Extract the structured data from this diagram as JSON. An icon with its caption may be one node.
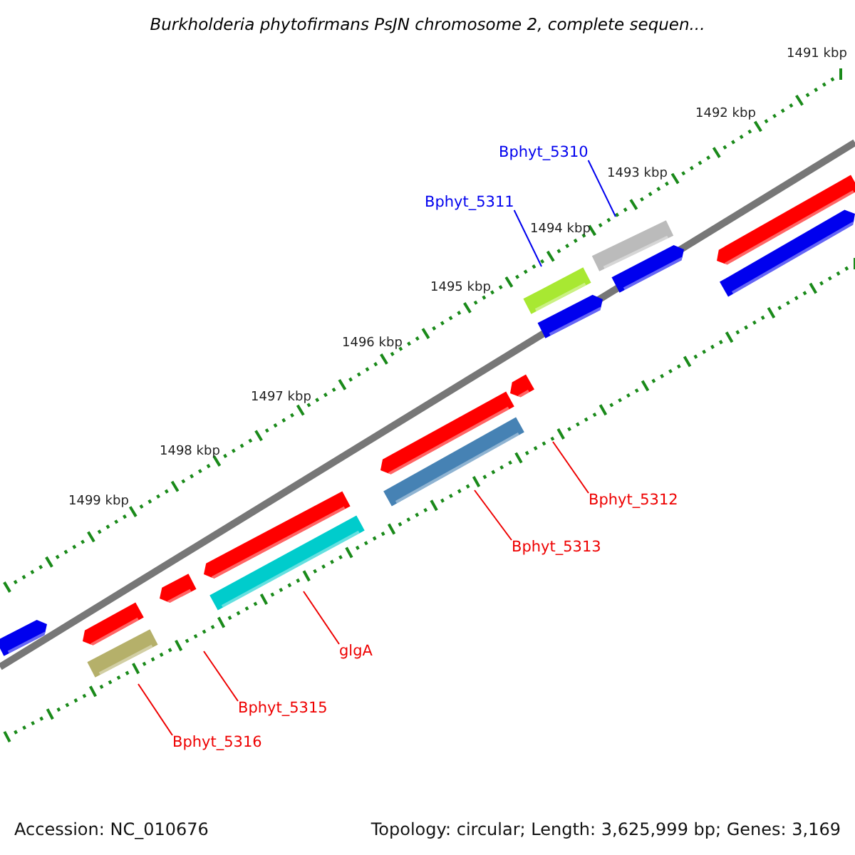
{
  "diagram": {
    "title": "Burkholderia phytofirmans PsJN chromosome 2, complete sequen...",
    "nodes": [
      {
        "text": [
          "Bphyt_5310"
        ]
      },
      {
        "text": [
          "Bphyt_5311"
        ]
      },
      {
        "text": [
          "Bphyt_5312"
        ]
      },
      {
        "text": [
          "Bphyt_5313"
        ]
      },
      {
        "text": [
          "glgA"
        ]
      },
      {
        "text": [
          "Bphyt_5315"
        ]
      },
      {
        "text": [
          "Bphyt_5316"
        ]
      }
    ],
    "edges": [
      {
        "from": 0,
        "to": null,
        "arrow": "none",
        "color": "#0000ee"
      },
      {
        "from": 1,
        "to": null,
        "arrow": "none",
        "color": "#0000ee"
      },
      {
        "from": 2,
        "to": null,
        "arrow": "none"
      },
      {
        "from": 3,
        "to": null,
        "arrow": "none"
      },
      {
        "from": 4,
        "to": null,
        "arrow": "none"
      },
      {
        "from": 5,
        "to": null,
        "arrow": "none"
      },
      {
        "from": 6,
        "to": null,
        "arrow": "none"
      }
    ],
    "labels": [
      "1491 kbp",
      "1492 kbp",
      "1493 kbp",
      "1494 kbp",
      "1495 kbp",
      "1496 kbp",
      "1497 kbp",
      "1498 kbp",
      "1499 kbp",
      "Accession: NC_010676",
      "Topology: circular; Length: 3,625,999 bp; Genes: 3,169"
    ]
  }
}
